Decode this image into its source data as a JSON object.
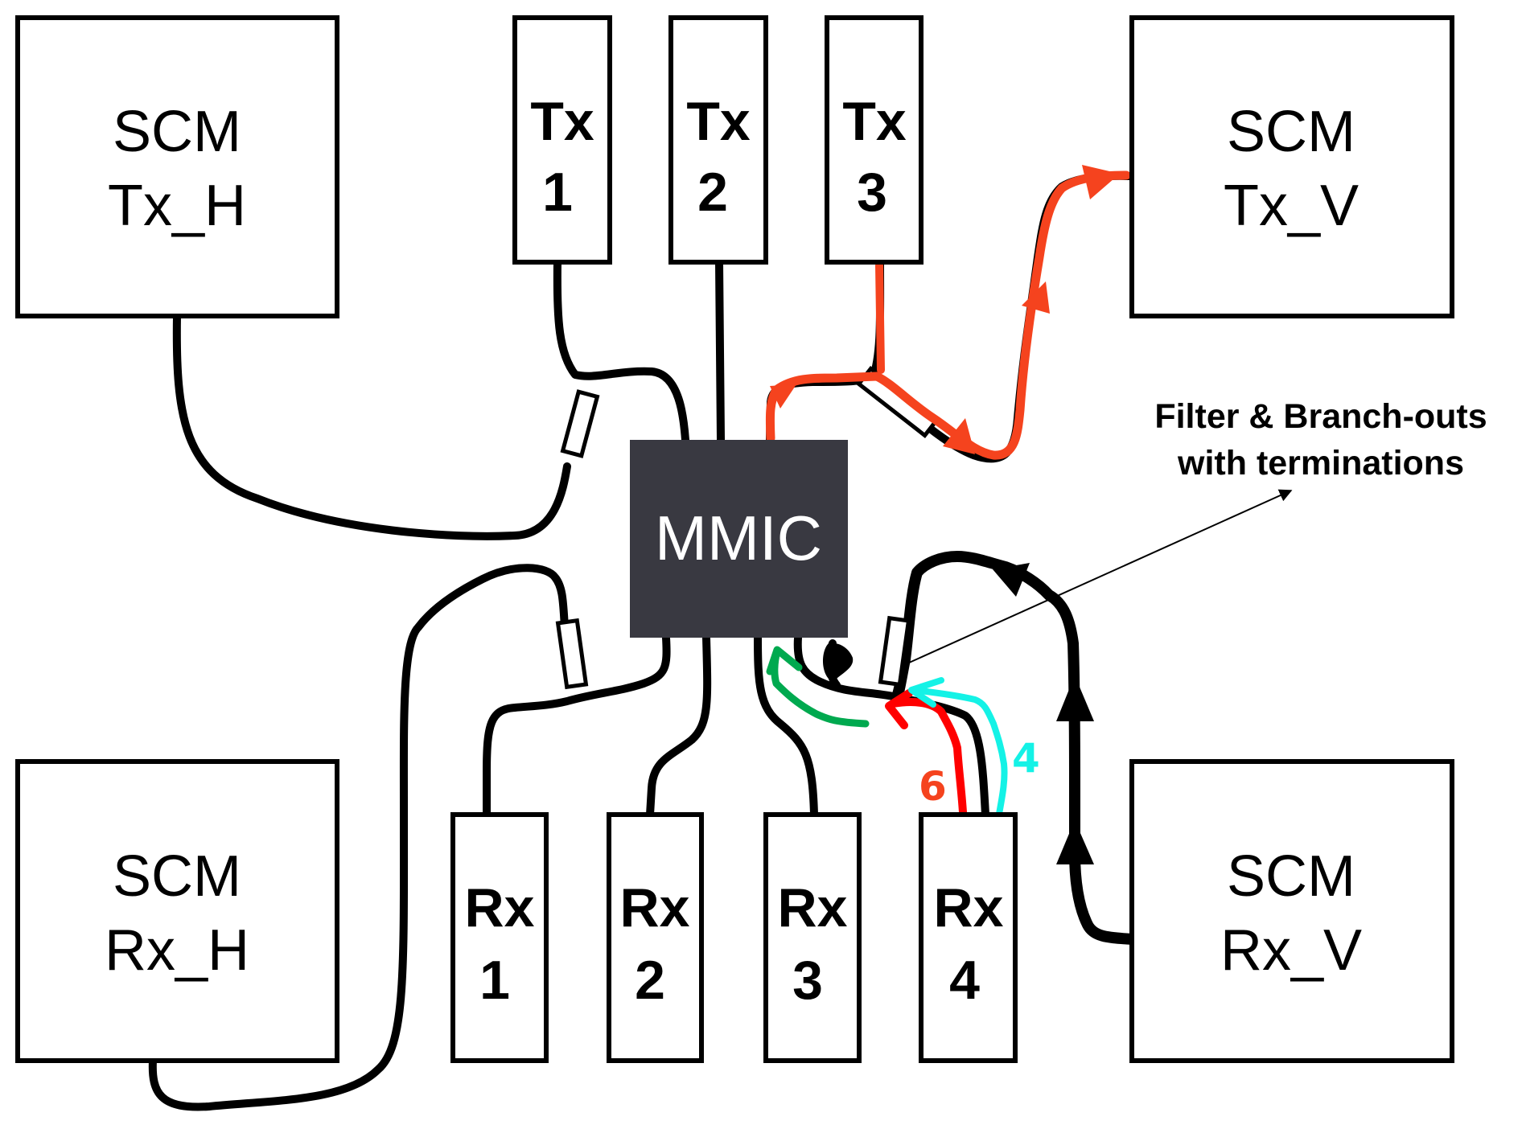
{
  "title": "MMIC signal routing with SCM modules",
  "colors": {
    "mmic_fill": "#393941",
    "tx_path": "#f5431e",
    "rx_red": "#ff0000",
    "rx_green": "#00a94f",
    "rx_cyan": "#14f2e6",
    "line": "#000000"
  },
  "mmic": {
    "label": "MMIC"
  },
  "scm_modules": [
    {
      "id": "tx_h",
      "line1": "SCM",
      "line2": "Tx_H"
    },
    {
      "id": "tx_v",
      "line1": "SCM",
      "line2": "Tx_V"
    },
    {
      "id": "rx_h",
      "line1": "SCM",
      "line2": "Rx_H"
    },
    {
      "id": "rx_v",
      "line1": "SCM",
      "line2": "Rx_V"
    }
  ],
  "tx_ports": [
    {
      "line1": "Tx",
      "line2": "1"
    },
    {
      "line1": "Tx",
      "line2": "2"
    },
    {
      "line1": "Tx",
      "line2": "3"
    }
  ],
  "rx_ports": [
    {
      "line1": "Rx",
      "line2": "1"
    },
    {
      "line1": "Rx",
      "line2": "2"
    },
    {
      "line1": "Rx",
      "line2": "3"
    },
    {
      "line1": "Rx",
      "line2": "4"
    }
  ],
  "annotation": {
    "line1": "Filter & Branch-outs",
    "line2": "with terminations"
  },
  "handwritten_marks": {
    "red_label": "6",
    "cyan_label": "4"
  }
}
